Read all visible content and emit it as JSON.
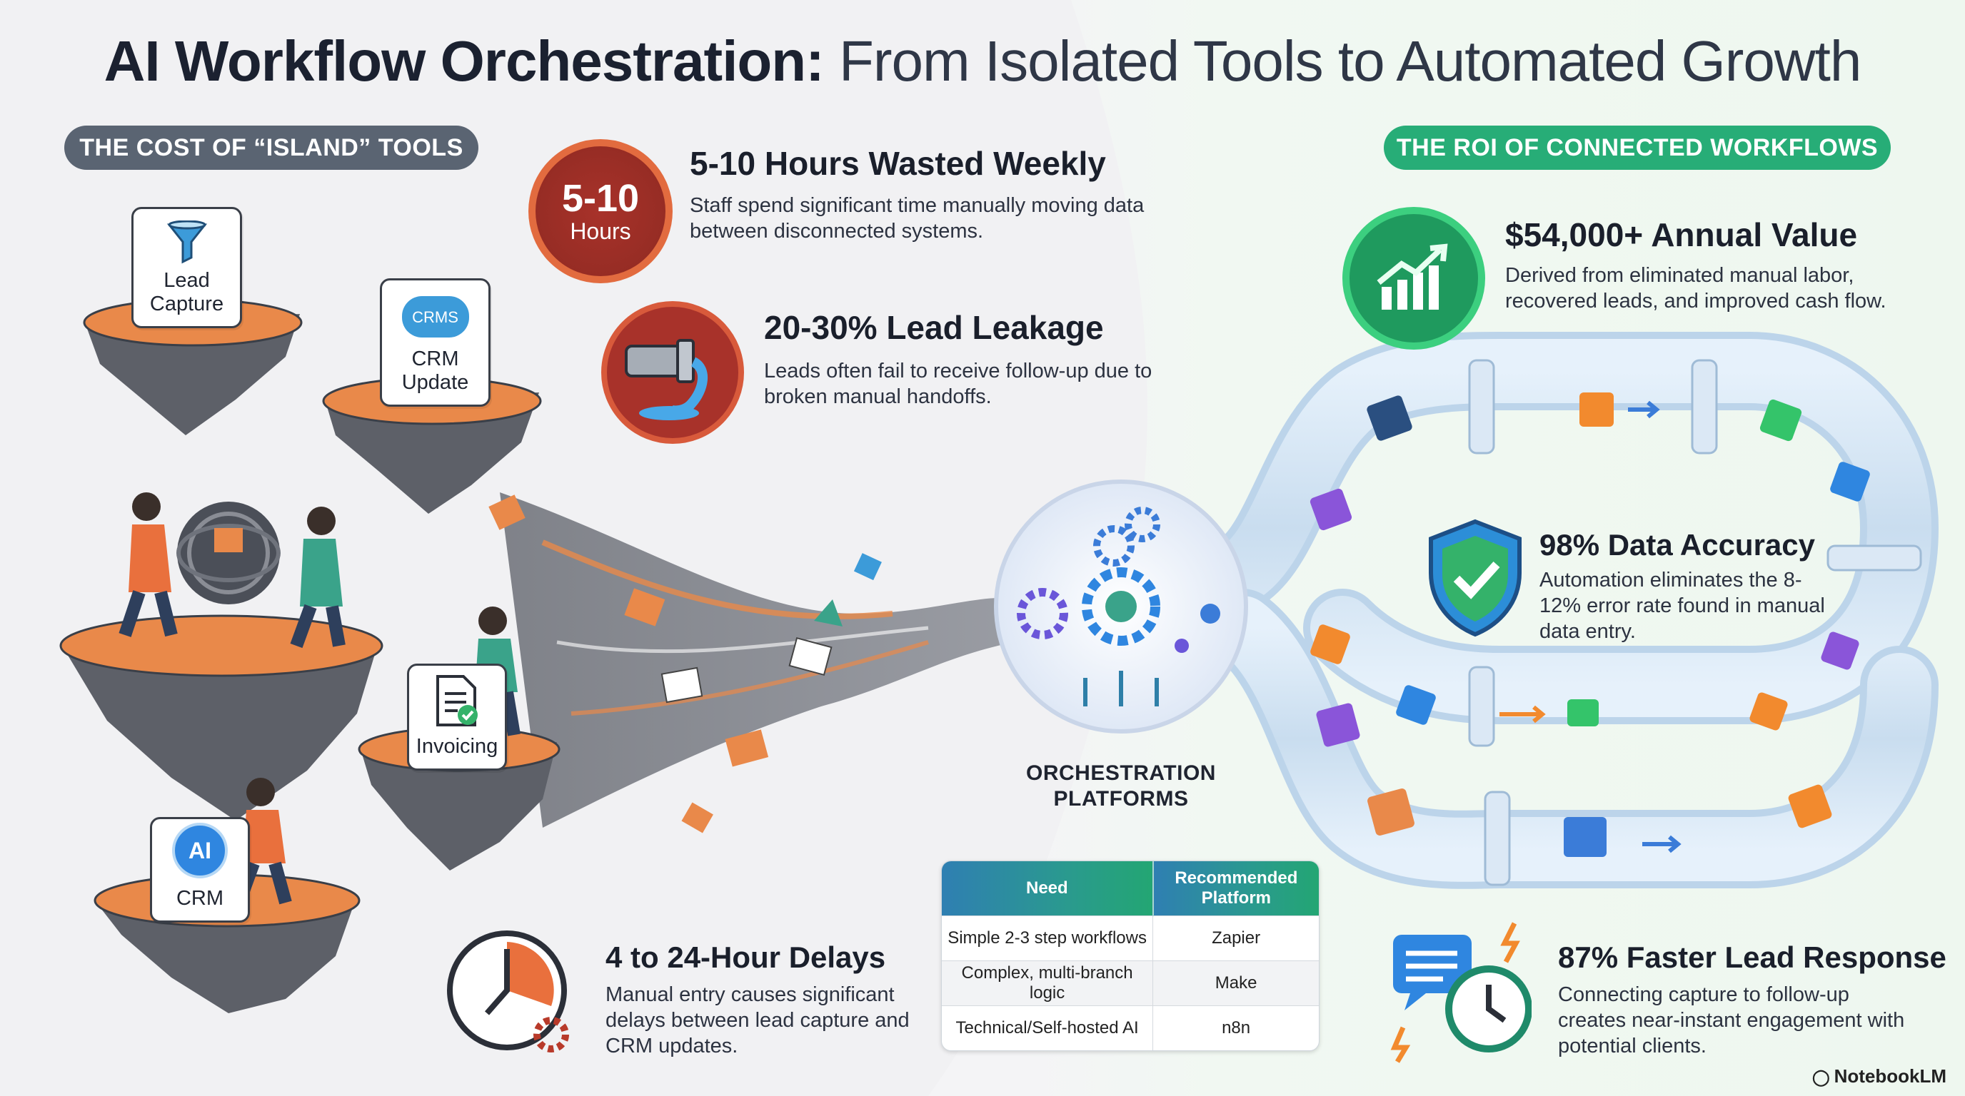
{
  "title": {
    "bold": "AI Workflow Orchestration:",
    "rest": "From Isolated Tools to Automated Growth"
  },
  "pills": {
    "left": "THE COST OF “ISLAND” TOOLS",
    "right": "THE ROI OF CONNECTED WORKFLOWS"
  },
  "islands": {
    "lead_capture": "Lead Capture",
    "crm_update": "CRM Update",
    "crms_badge": "CRMS",
    "invoicing": "Invoicing",
    "ai_badge": "AI",
    "crm": "CRM"
  },
  "costs": {
    "hours": {
      "badge_value": "5-10",
      "badge_unit": "Hours",
      "title": "5-10 Hours Wasted Weekly",
      "desc": "Staff spend significant time manually moving data between disconnected systems."
    },
    "leakage": {
      "title": "20-30% Lead Leakage",
      "desc": "Leads often fail to receive follow-up due to broken manual handoffs."
    },
    "delays": {
      "title": "4 to 24-Hour Delays",
      "desc": "Manual entry causes significant delays between lead capture and CRM updates."
    }
  },
  "orchestration": {
    "label_line1": "ORCHESTRATION",
    "label_line2": "PLATFORMS"
  },
  "table": {
    "headers": [
      "Need",
      "Recommended Platform"
    ],
    "rows": [
      [
        "Simple 2-3 step workflows",
        "Zapier"
      ],
      [
        "Complex, multi-branch logic",
        "Make"
      ],
      [
        "Technical/Self-hosted AI",
        "n8n"
      ]
    ]
  },
  "roi": {
    "value": {
      "title": "$54,000+ Annual Value",
      "desc": "Derived from eliminated manual labor, recovered leads, and improved cash flow."
    },
    "accuracy": {
      "title": "98% Data Accuracy",
      "desc": "Automation eliminates the 8-12% error rate found in manual data entry."
    },
    "response": {
      "title": "87% Faster Lead Response",
      "desc": "Connecting capture to follow-up creates near-instant engagement with potential clients."
    }
  },
  "footer": {
    "brand": "NotebookLM"
  },
  "colors": {
    "accent_green": "#27ad77",
    "accent_red": "#b83a2a",
    "rock_orange": "#e9894a",
    "rock_gray": "#5d6068"
  },
  "icons": [
    "funnel-icon",
    "crms-icon",
    "document-check-icon",
    "ai-icon",
    "clock-icon",
    "growth-chart-icon",
    "shield-check-icon",
    "chat-clock-icon",
    "leaking-pipe-icon",
    "gear-network-icon"
  ]
}
